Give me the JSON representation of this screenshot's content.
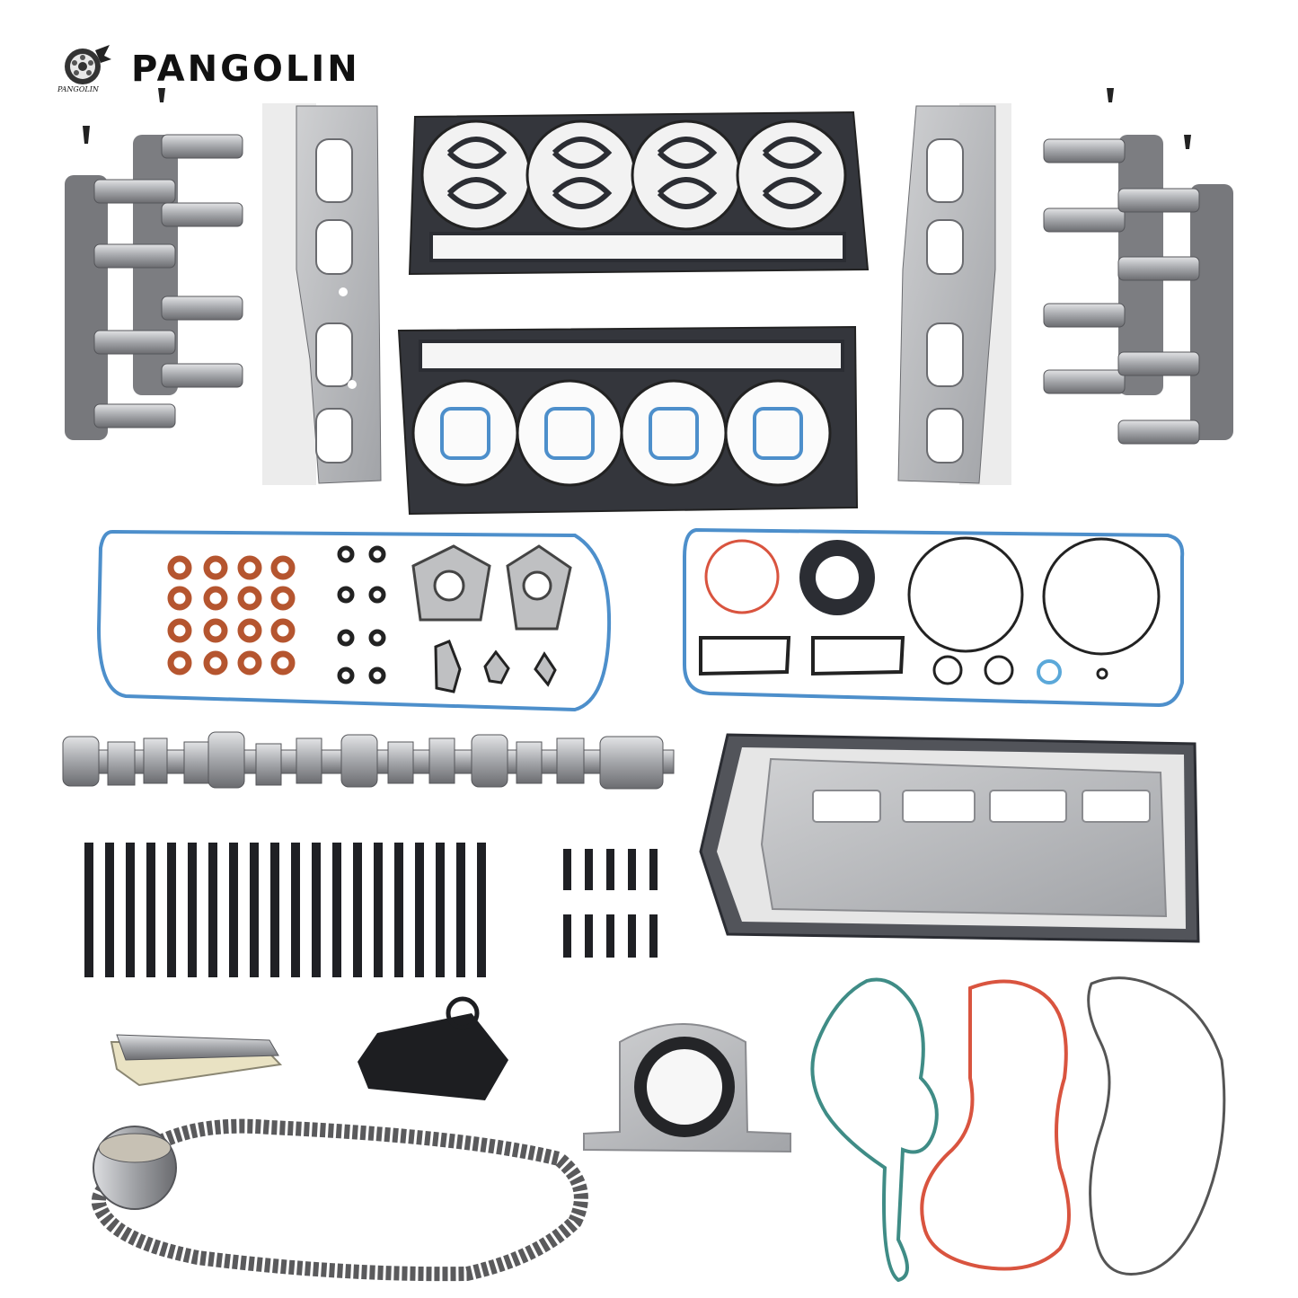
{
  "brand": {
    "name": "PANGOLIN",
    "logo_name": "PANGOLIN",
    "logo_icon": "pangolin-gear-logo"
  },
  "colors": {
    "gasket_black": "#2b2d33",
    "gasket_blue": "#4d8fcb",
    "seal_orange": "#b5552f",
    "steel": "#a7a9ad",
    "dark_steel": "#5f6065",
    "teal_gasket": "#3f8c86",
    "red_gasket": "#d9543f",
    "grey_gasket": "#555555"
  },
  "parts": [
    "lifter-guide-left",
    "exhaust-manifold-gasket-left",
    "cylinder-head-gasket-upper",
    "cylinder-head-gasket-lower",
    "exhaust-manifold-gasket-right",
    "lifter-guide-right",
    "valve-cover-gasket-set-left",
    "valve-cover-gasket-set-right",
    "camshaft",
    "oil-pan-gasket",
    "head-bolts",
    "manifold-bolts",
    "chain-guide",
    "chain-tensioner",
    "rear-main-seal",
    "timing-cover-gaskets",
    "timing-chain-and-sprocket"
  ]
}
